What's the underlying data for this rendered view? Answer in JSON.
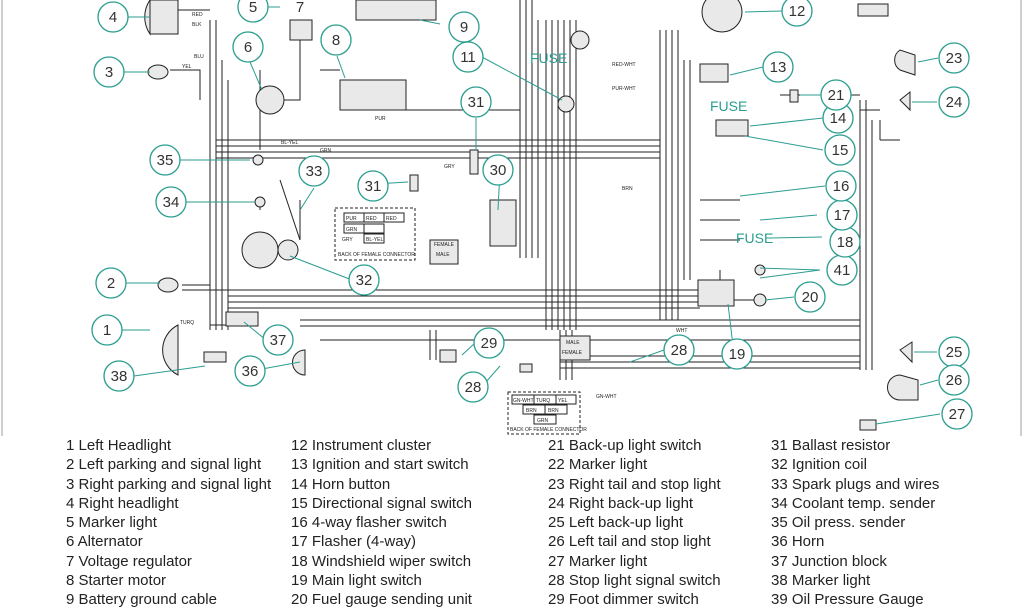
{
  "diagram": {
    "callouts": [
      "1",
      "2",
      "3",
      "4",
      "5",
      "6",
      "7",
      "8",
      "9",
      "11",
      "12",
      "13",
      "14",
      "15",
      "16",
      "17",
      "18",
      "19",
      "20",
      "21",
      "23",
      "24",
      "25",
      "26",
      "27",
      "28",
      "28",
      "29",
      "30",
      "31",
      "31",
      "32",
      "33",
      "34",
      "35",
      "36",
      "37",
      "38",
      "41"
    ],
    "fuse_label": "FUSE",
    "wire_labels": {
      "red": "RED",
      "blk": "BLK",
      "yel": "YEL",
      "blu": "BLU",
      "pur": "PUR",
      "grn": "GRN",
      "gry": "GRY",
      "brn": "BRN",
      "turq": "TURQ",
      "red_wht": "RED-WHT",
      "pur_wht": "PUR-WHT",
      "bl_yel": "BL-YEL",
      "gn_wht": "GN-WHT",
      "wht": "WHT"
    },
    "connectors": {
      "female": "FEMALE",
      "male": "MALE",
      "back_of_female_connector": "BACK OF FEMALE CONNECTOR",
      "back_of_female_connector_lower": "BACK OF FEMALE CONNECTOR",
      "cells_upper": [
        "PUR",
        "RED",
        "RED",
        "GRN",
        "GRY",
        "BL-YEL"
      ],
      "cells_lower": [
        "GN-WHT",
        "TURQ",
        "YEL",
        "BRN",
        "BRN",
        "GRN"
      ]
    },
    "colors": {
      "callout": "#2a9d8f",
      "line": "#222222",
      "accent": "#2a9d8f"
    }
  },
  "legend": {
    "col1": [
      "1 Left Headlight",
      "2 Left parking and signal light",
      "3 Right parking and signal light",
      "4 Right headlight",
      "5 Marker light",
      "6 Alternator",
      "7 Voltage regulator",
      "8 Starter motor",
      "9 Battery ground cable"
    ],
    "col2": [
      "12 Instrument cluster",
      "13 Ignition and start switch",
      "14 Horn button",
      "15 Directional signal switch",
      "16 4-way flasher switch",
      "17 Flasher (4-way)",
      "18 Windshield wiper switch",
      "19 Main light switch",
      "20 Fuel gauge sending unit"
    ],
    "col3": [
      "21 Back-up light switch",
      "22 Marker light",
      "23 Right tail and stop light",
      "24 Right back-up light",
      "25 Left back-up light",
      "26 Left tail and stop light",
      "27 Marker light",
      "28 Stop light signal switch",
      "29 Foot dimmer switch"
    ],
    "col4": [
      "31 Ballast resistor",
      "32 Ignition coil",
      "33 Spark plugs and wires",
      "34 Coolant temp. sender",
      "35 Oil press. sender",
      "36 Horn",
      "37 Junction block",
      "38 Marker light",
      "39 Oil Pressure Gauge"
    ]
  }
}
